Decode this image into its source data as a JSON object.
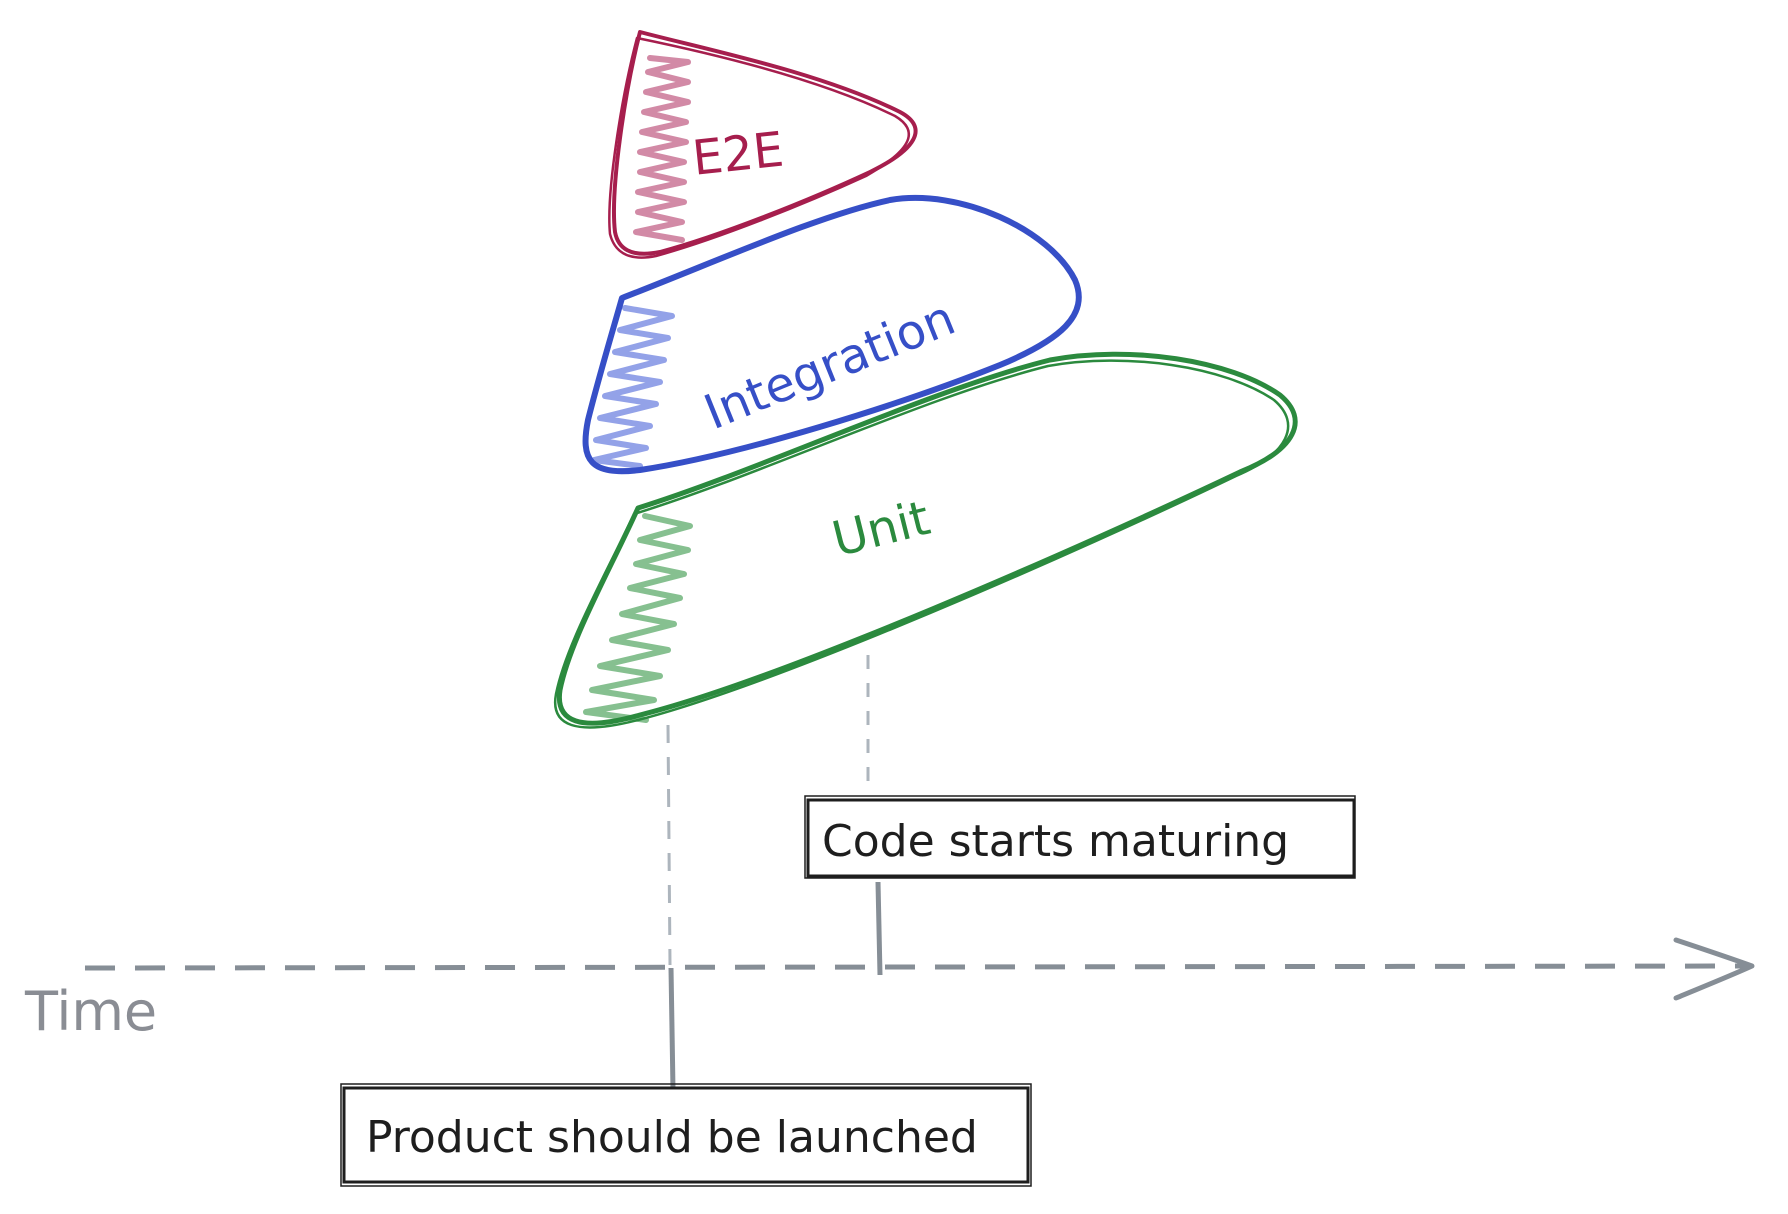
{
  "layers": {
    "e2e": {
      "label": "E2E",
      "color": "#a61e4d",
      "hatch": "#d28aa6"
    },
    "integration": {
      "label": "Integration",
      "color": "#364fc7",
      "hatch": "#93a2e8"
    },
    "unit": {
      "label": "Unit",
      "color": "#2b8a3e",
      "hatch": "#86c090"
    }
  },
  "axis": {
    "label": "Time",
    "color": "#868e96"
  },
  "markers": {
    "code_maturing": "Code starts maturing",
    "product_launch": "Product should be launched"
  },
  "colors": {
    "ink": "#1e1e1e",
    "guide": "#adb5bd",
    "axis": "#868e96"
  }
}
